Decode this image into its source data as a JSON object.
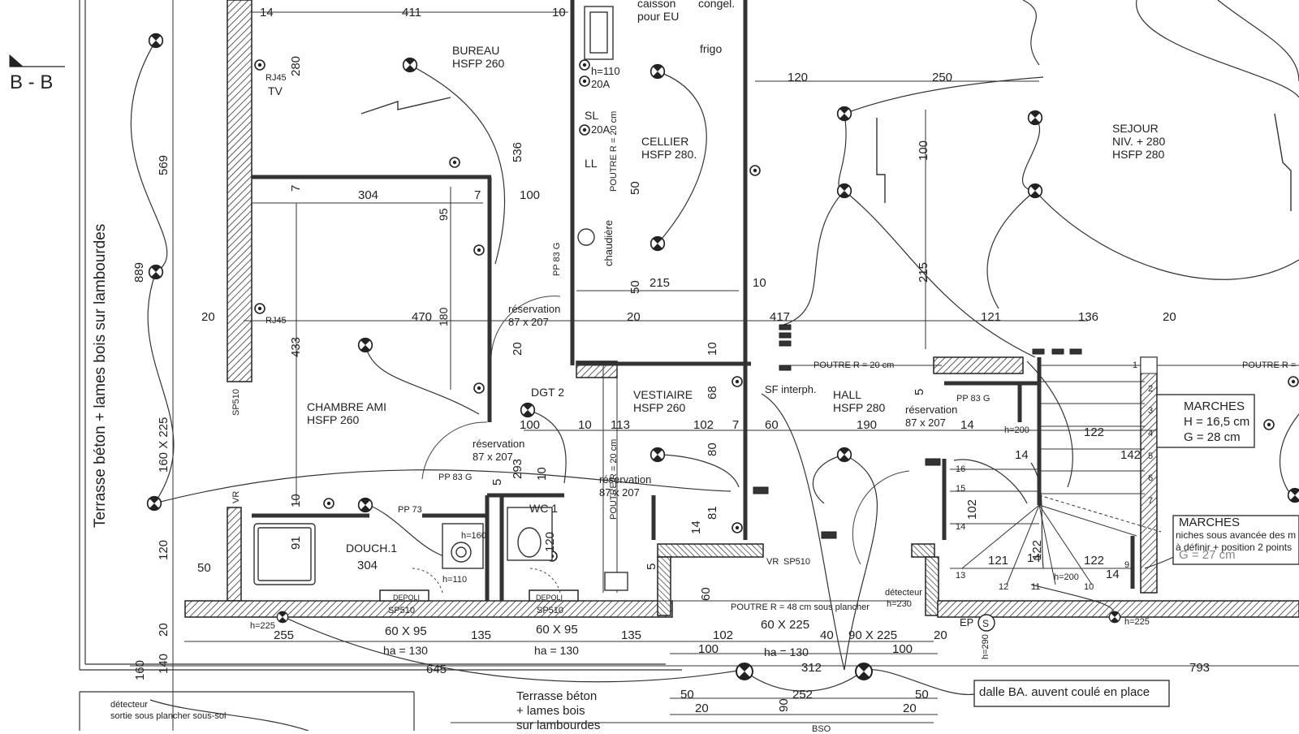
{
  "section_marker": "B - B",
  "rooms": {
    "bureau": {
      "name": "BUREAU",
      "spec": "HSFP 260"
    },
    "cellier": {
      "name": "CELLIER",
      "spec": "HSFP 280."
    },
    "sejour": {
      "name": "SEJOUR",
      "level": "NIV. + 280",
      "spec": "HSFP 280"
    },
    "chambre": {
      "name": "CHAMBRE AMI",
      "spec": "HSFP 260"
    },
    "vestiaire": {
      "name": "VESTIAIRE",
      "spec": "HSFP 260"
    },
    "hall": {
      "name": "HALL",
      "spec": "HSFP 280"
    },
    "douche": {
      "name": "DOUCH.1"
    },
    "wc": {
      "name": "WC 1"
    },
    "dgt": {
      "name": "DGT 2"
    }
  },
  "labels": {
    "caisson": "caisson",
    "pour_eu": "pour EU",
    "congel": "congel.",
    "frigo": "frigo",
    "chaudiere": "chaudière",
    "poutre_r20_cellier": "POUTRE  R = 20 cm",
    "poutre_r20_hall": "POUTRE  R = 20 cm",
    "poutre_r20_right": "POUTRE  R =",
    "poutre_r20_v1": "POUTRE  R = 20 cm",
    "poutre_r48": "POUTRE  R = 48 cm sous plancher",
    "reservation": "réservation",
    "res_size": "87 x 207",
    "rj45": "RJ45",
    "tv": "TV",
    "sl": "SL",
    "ll": "LL",
    "amp20": "20A",
    "h110": "h=110",
    "h160": "h=160",
    "h200": "h=200",
    "h225": "h=225",
    "h230": "h=230",
    "h290": "h=290",
    "sf_interph": "SF interph.",
    "detecteur": "détecteur",
    "detecteur_sortie": "sortie sous plancher sous-sol",
    "ep": "EP",
    "s": "S",
    "vr": "VR",
    "sp510": "SP510",
    "depoli": "DEPOLI",
    "pp83g": "PP 83 G",
    "pp73": "PP 73",
    "terrasse_left": "Terrasse béton + lames bois sur lambourdes",
    "terrasse_bottom_1": "Terrasse béton",
    "terrasse_bottom_2": "+ lames bois",
    "terrasse_bottom_3": "sur lambourdes",
    "dalle": "dalle  BA. auvent coulé en place",
    "bso": "BSO",
    "marches_title": "MARCHES",
    "marches_h": "H = 16,5 cm",
    "marches_g": "G = 28 cm",
    "marches2_title": "MARCHES",
    "marches2_note1": "niches sous avancée des m",
    "marches2_note2": "à définir + position 2 points",
    "marches2_g": "G = 27 cm"
  },
  "dimensions": {
    "d14a": "14",
    "d411": "411",
    "d10a": "10",
    "d280": "280",
    "d569": "569",
    "d889": "889",
    "d304a": "304",
    "d7a": "7",
    "d7b": "7",
    "d100a": "100",
    "d536": "536",
    "d95": "95",
    "d180": "180",
    "d470": "470",
    "d20a": "20",
    "d433": "433",
    "d160x225": "160 X 225",
    "d120a": "120",
    "d50a": "50",
    "d304b": "304",
    "d10b": "10",
    "d91": "91",
    "d293": "293",
    "d5a": "5",
    "d100b": "100",
    "d10c": "10",
    "d113": "113",
    "d102a": "102",
    "d7c": "7",
    "d60a": "60",
    "d190": "190",
    "d14b": "14",
    "d5b": "5",
    "d120b": "120",
    "d250": "250",
    "d120c": "120",
    "d100c": "100",
    "d215a": "215",
    "d417": "417",
    "d121a": "121",
    "d136": "136",
    "d20b": "20",
    "d50b": "50",
    "d215b": "215",
    "d10d": "10",
    "d50c": "50",
    "d20c": "20",
    "d10e": "10",
    "d68": "68",
    "d80": "80",
    "d81": "81",
    "d14c": "14",
    "d5c": "5",
    "d60b": "60",
    "d122a": "122",
    "d142": "142",
    "d14d": "14",
    "d102b": "102",
    "d121b": "121",
    "d14e": "14",
    "d122b": "122",
    "d122c": "122",
    "d14f": "14",
    "d20d": "20",
    "d255": "255",
    "d60x95a": "60 X 95",
    "d135a": "135",
    "d60x95b": "60 X 95",
    "d135b": "135",
    "d102c": "102",
    "d60x225": "60 X 225",
    "d40": "40",
    "d90x225": "90 X 225",
    "d20e": "20",
    "d ha130a": "ha = 130",
    "dha130a": "ha = 130",
    "dha130b": "ha = 130",
    "dha130c": "ha = 130",
    "d100d": "100",
    "d100e": "100",
    "d140": "140",
    "d645": "645",
    "d312": "312",
    "d793": "793",
    "d160": "160",
    "d50d": "50",
    "d252": "252",
    "d50e": "50",
    "d20f": "20",
    "d20g": "20",
    "d90": "90"
  },
  "stairs_numbers": [
    "1",
    "2",
    "3",
    "4",
    "5",
    "6",
    "7",
    "9",
    "10",
    "11",
    "12",
    "13",
    "14",
    "15",
    "16"
  ]
}
